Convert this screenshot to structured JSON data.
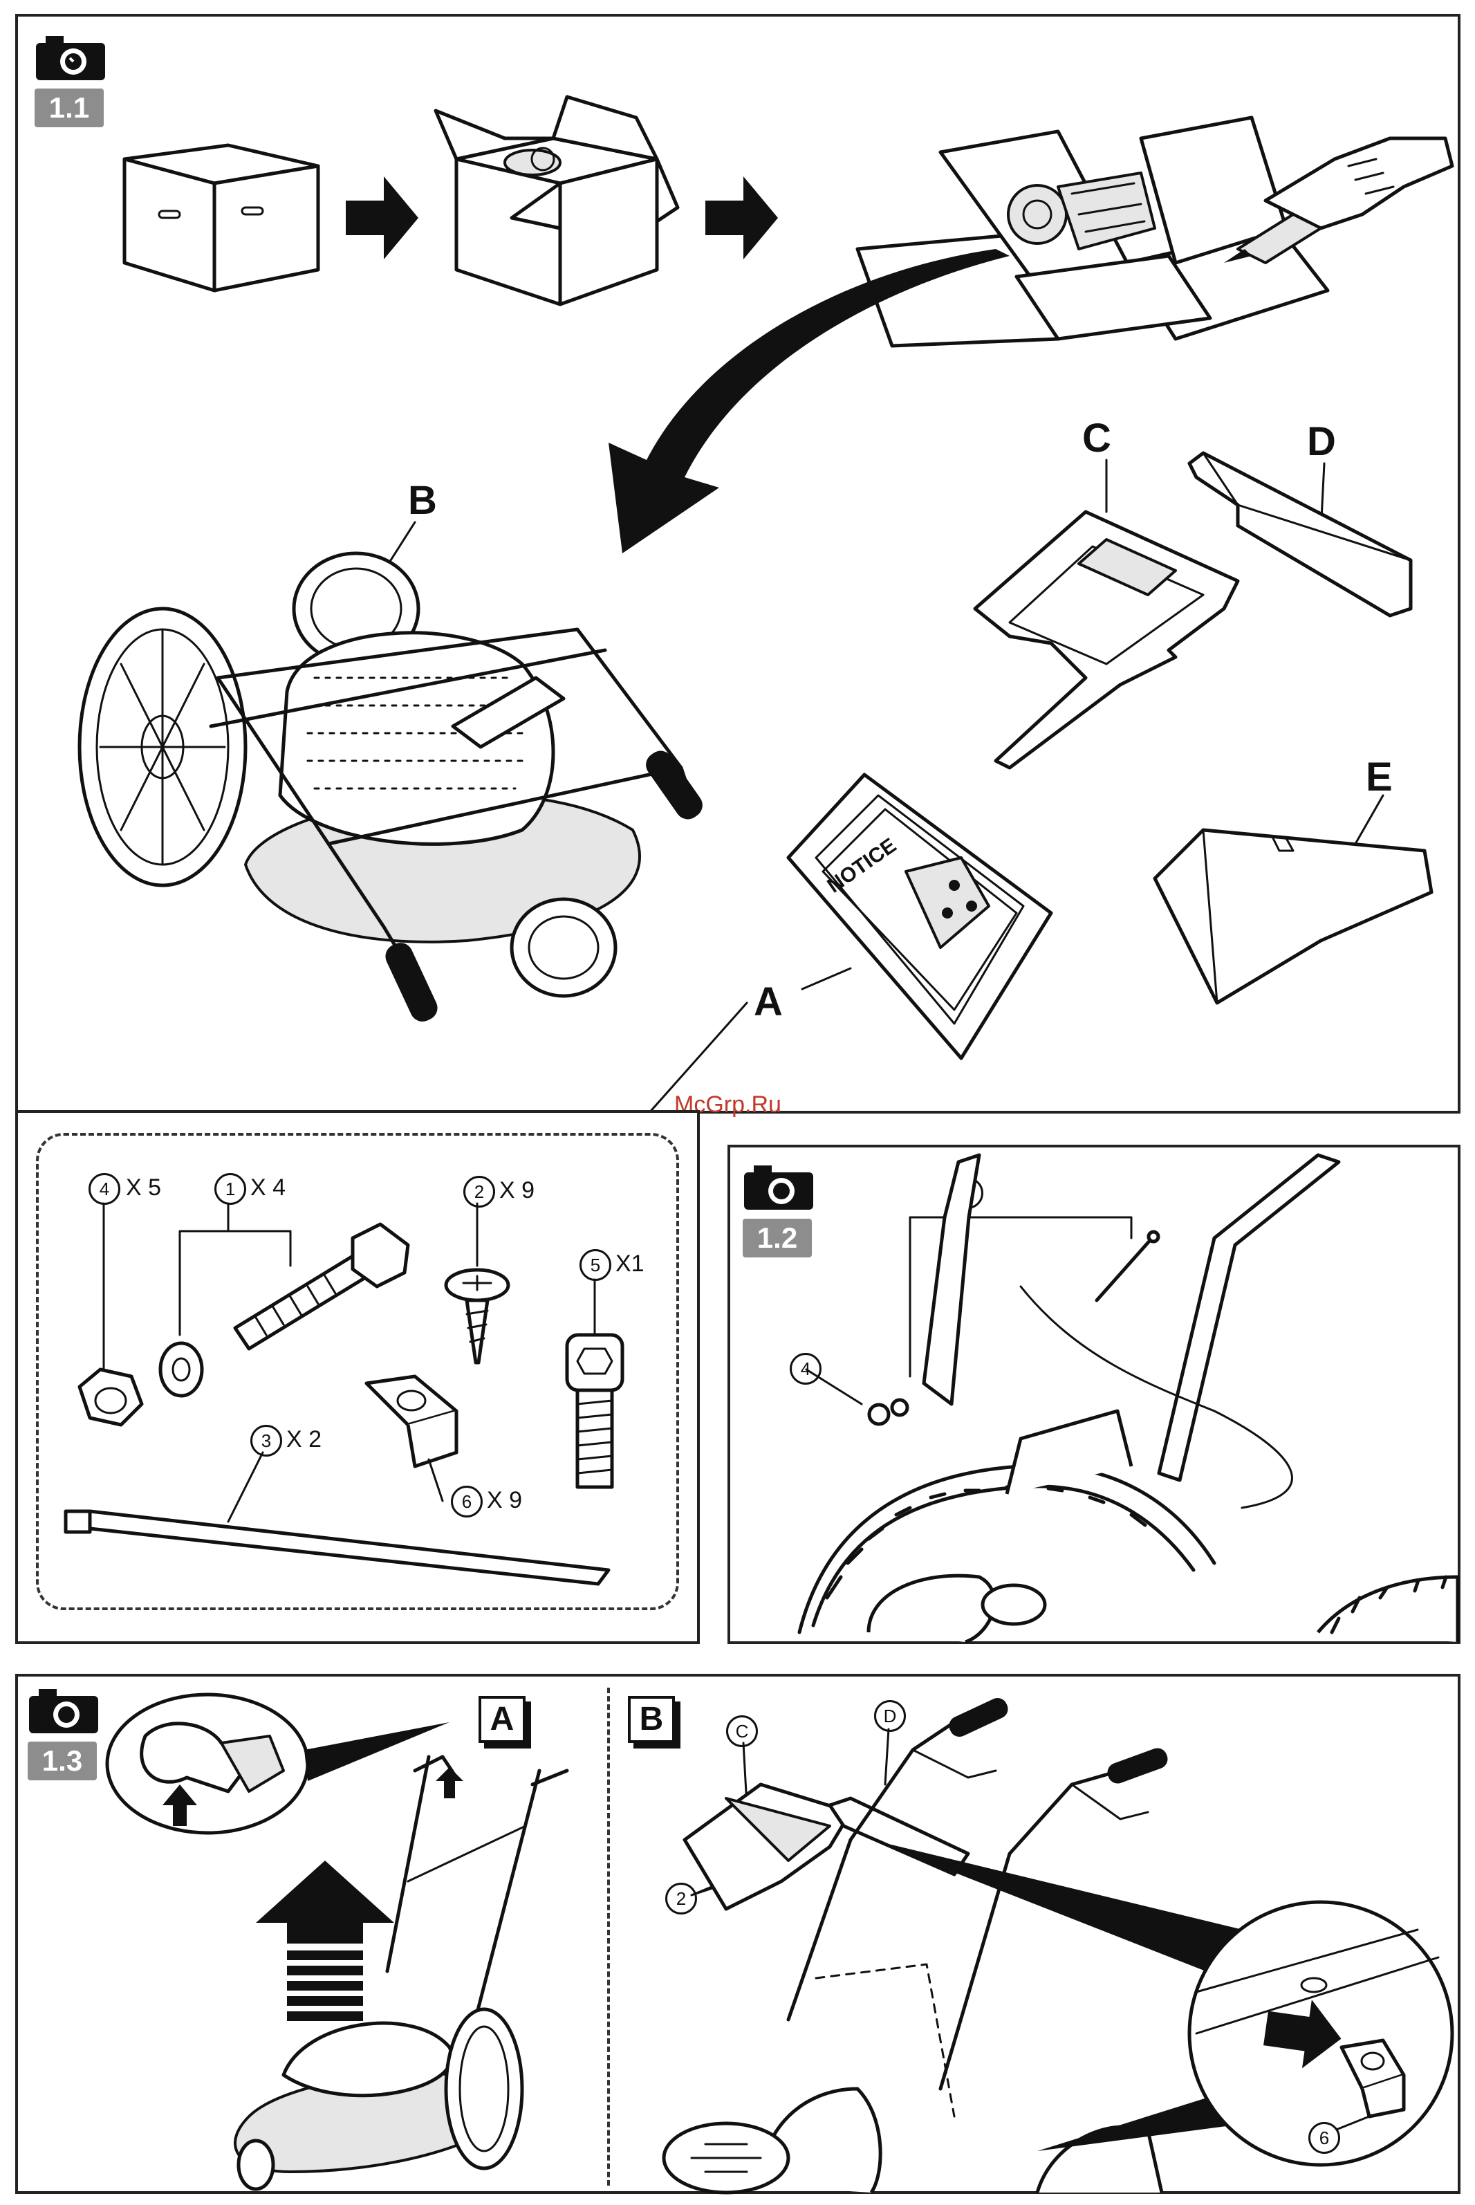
{
  "panels": {
    "p11": {
      "badge": "1.1"
    },
    "p12": {
      "badge": "1.2"
    },
    "p13": {
      "badge": "1.3"
    }
  },
  "section_letters": {
    "a": "A",
    "b": "B",
    "c": "C",
    "d": "D",
    "e": "E"
  },
  "notice_text": "NOTICE",
  "hardware": [
    {
      "num": "4",
      "qty": "X 5"
    },
    {
      "num": "1",
      "qty": "X 4"
    },
    {
      "num": "2",
      "qty": "X 9"
    },
    {
      "num": "5",
      "qty": "X1"
    },
    {
      "num": "3",
      "qty": "X 2"
    },
    {
      "num": "6",
      "qty": "X 9"
    }
  ],
  "callouts_12": [
    "1",
    "4"
  ],
  "callouts_13": {
    "a_label": "A",
    "b_label": "B",
    "c": "C",
    "d": "D",
    "two": "2",
    "six": "6"
  },
  "watermark": "McGrp.Ru",
  "icons": [
    "camera-icon",
    "arrow-right-icon",
    "curved-arrow-icon",
    "up-arrow-icon"
  ]
}
